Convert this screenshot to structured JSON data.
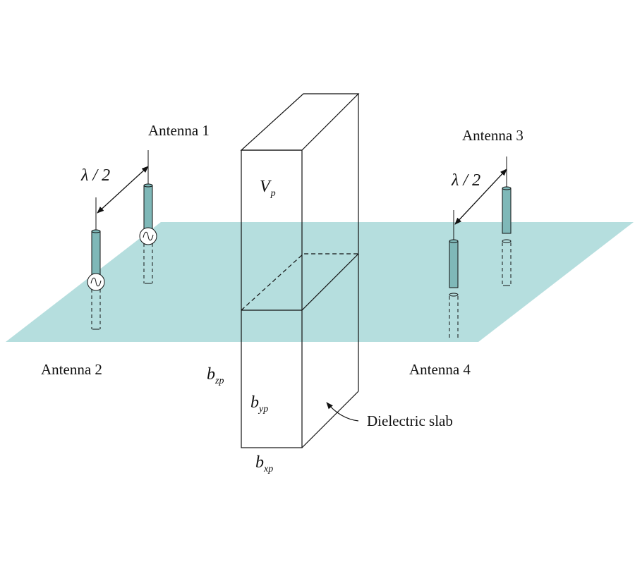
{
  "labels": {
    "antenna1": "Antenna 1",
    "antenna2": "Antenna 2",
    "antenna3": "Antenna 3",
    "antenna4": "Antenna 4",
    "spacing_left": "λ / 2",
    "spacing_right": "λ / 2",
    "volume": {
      "main": "V",
      "sub": "p"
    },
    "bzp": {
      "main": "b",
      "sub": "zp"
    },
    "byp": {
      "main": "b",
      "sub": "yp"
    },
    "bxp": {
      "main": "b",
      "sub": "xp"
    },
    "slab": "Dielectric slab"
  },
  "colors": {
    "ground_plane": "#b5dede",
    "antenna_body": "#7fb8b8",
    "line": "#111111"
  }
}
